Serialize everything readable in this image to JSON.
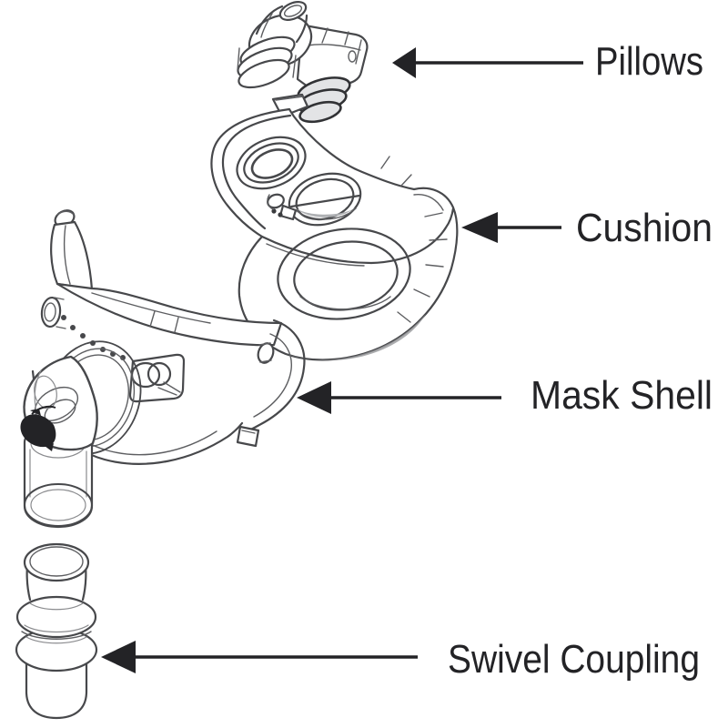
{
  "diagram": {
    "kind": "exploded-parts-line-drawing",
    "subject": "nasal pillow CPAP mask assembly",
    "background_color": "#ffffff",
    "colors": {
      "line": "#47484b",
      "text": "#232326",
      "arrow": "#232326",
      "shade": "#97989b"
    },
    "labels": [
      {
        "id": "pillows",
        "text": "Pillows"
      },
      {
        "id": "cushion",
        "text": "Cushion"
      },
      {
        "id": "mask-shell",
        "text": "Mask Shell"
      },
      {
        "id": "swivel-coupling",
        "text": "Swivel Coupling"
      }
    ]
  }
}
